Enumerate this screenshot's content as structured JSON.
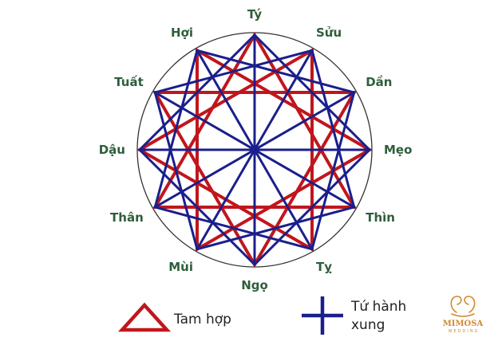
{
  "diagram": {
    "branches": [
      "Tý",
      "Sửu",
      "Dần",
      "Mẹo",
      "Thìn",
      "Tỵ",
      "Ngọ",
      "Mùi",
      "Thân",
      "Dậu",
      "Tuất",
      "Hợi"
    ],
    "triangles": [
      [
        0,
        4,
        8
      ],
      [
        1,
        5,
        9
      ],
      [
        2,
        6,
        10
      ],
      [
        3,
        7,
        11
      ]
    ],
    "crosses": [
      [
        0,
        3,
        6,
        9
      ],
      [
        1,
        4,
        7,
        10
      ],
      [
        2,
        5,
        8,
        11
      ]
    ],
    "colors": {
      "tam_hop": "#c0161c",
      "tu_hanh_xung": "#1a1f8c",
      "circle": "#333333",
      "label": "#2f5e3a"
    }
  },
  "legend": {
    "tam_hop_label": "Tam hợp",
    "tu_hanh_xung_line1": "Tứ hành",
    "tu_hanh_xung_line2": "xung"
  },
  "logo": {
    "name": "MIMOSA",
    "subtitle": "WEDDING"
  }
}
